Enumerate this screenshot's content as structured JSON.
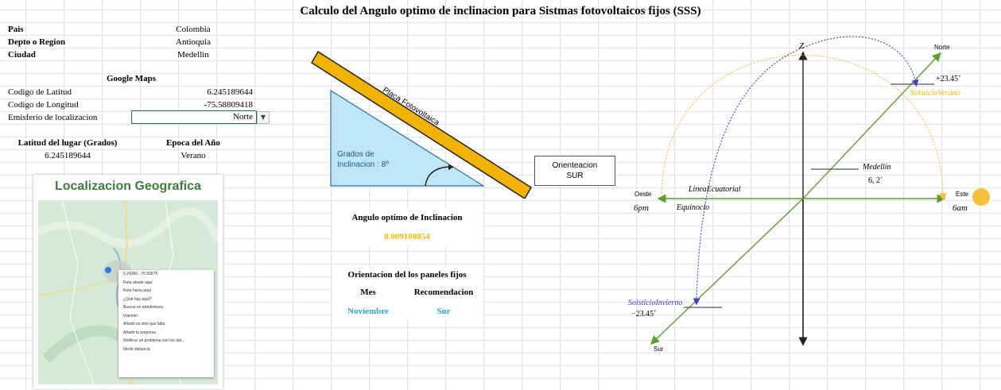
{
  "title": "Calculo del Angulo optimo de inclinacion para Sistmas fotovoltaicos fijos (SSS)",
  "info": {
    "pais_label": "Pais",
    "pais_value": "Colombia",
    "depto_label": "Depto o  Region",
    "depto_value": "Antioquia",
    "ciudad_label": "Ciudad",
    "ciudad_value": "Medellin"
  },
  "google": {
    "heading": "Google Maps",
    "lat_label": "Codigo de Latitud",
    "lat_value": "6.245189644",
    "lon_label": "Codigo de Longitud",
    "lon_value": "-75.58809418",
    "hemi_label": "Emisferio de localizacion",
    "hemi_value": "Norte"
  },
  "summary": {
    "lat_heading": "Latitud del lugar (Grados)",
    "lat_value": "6.245189644",
    "epoca_heading": "Epoca del Año",
    "epoca_value": "Verano"
  },
  "map_card": {
    "title": "Localizacion Geografica",
    "coords": "6.24366, -75.55875",
    "menu": [
      "Ruta desde aquí",
      "Ruta hacia aquí",
      "¿Qué hay aquí?",
      "Buscar en alrededores",
      "Imprimir",
      "Añadir un sitio que falta",
      "Añadir tu empresa",
      "Notificar un problema con los dat...",
      "Medir distancia"
    ]
  },
  "diagram": {
    "placa_label": "Placa Fotovoltaica",
    "grados_label": "Grados de Inclinacion : 8º",
    "orient_line1": "Orienteacion",
    "orient_line2": "SUR"
  },
  "angulo": {
    "heading": "Angulo optimo de Inclinacion",
    "value": "8.009180854"
  },
  "orientacion": {
    "heading": "Orientacion del los paneles fijos",
    "col_mes": "Mes",
    "col_rec": "Recomendacion",
    "mes": "Noviembre",
    "rec": "Sur"
  },
  "sky": {
    "z": "Z",
    "norte": "Norte",
    "sur": "Sur",
    "oeste": "Oeste",
    "este": "Este",
    "pm": "6pm",
    "am": "6am",
    "plus": "+23.45˚",
    "minus": "−23.45˚",
    "verano": "SolsticioVerano",
    "invierno": "SolsticioInvierno",
    "ecuatorial": "LineaEcuatorial",
    "equinoccio": "Equinocio",
    "medellin": "Medellín",
    "medellin_val": "6, 2˚"
  },
  "colors": {
    "accent_green": "#3c7d3c",
    "panel_orange": "#f2b200",
    "triangle_blue": "#bfe6f7",
    "angle_value": "#f5b800",
    "table_blue": "#29a3d6",
    "sun_orange": "#f5c13a",
    "arc_blue": "#3b3bd6",
    "axis_green": "#5aa02c"
  }
}
